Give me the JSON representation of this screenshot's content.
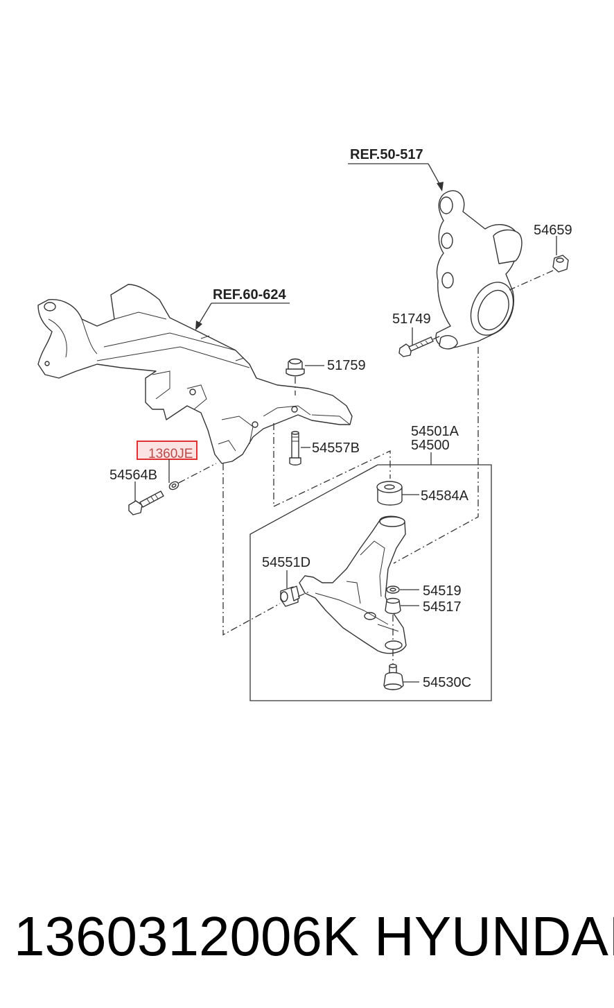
{
  "refs": {
    "knuckle": "REF.50-517",
    "subframe": "REF.60-624"
  },
  "parts": {
    "p54659": "54659",
    "p51749": "51749",
    "p51759": "51759",
    "p54557B": "54557B",
    "p1360JE": "1360JE",
    "p54564B": "54564B",
    "p54501A": "54501A",
    "p54500": "54500",
    "p54584A": "54584A",
    "p54551D": "54551D",
    "p54519": "54519",
    "p54517": "54517",
    "p54530C": "54530C"
  },
  "footer": {
    "part_number": "1360312006K",
    "brand": "HYUNDAI"
  },
  "colors": {
    "highlight_border": "#e03030",
    "highlight_fill": "#fbe3e3",
    "line": "#333333"
  }
}
